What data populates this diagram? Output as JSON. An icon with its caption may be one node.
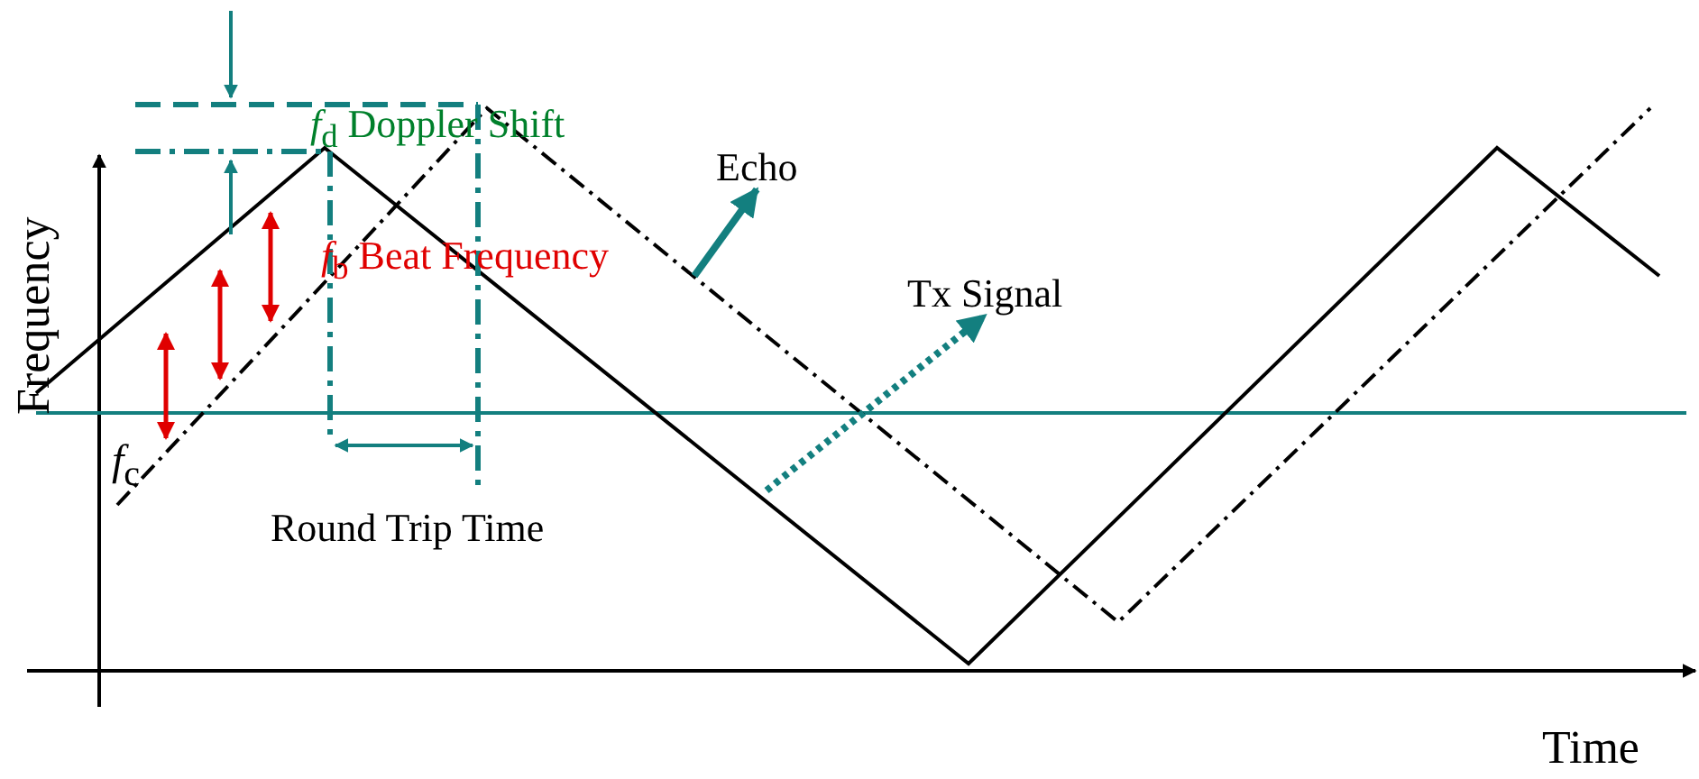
{
  "diagram": {
    "nodes": [
      {
        "text": [
          "Echo"
        ]
      },
      {
        "text": [
          "Tx Signal"
        ]
      }
    ],
    "edges": [
      {
        "from": null,
        "to": 0,
        "arrow": "to"
      },
      {
        "from": null,
        "to": 1,
        "arrow": "to",
        "style": "dashed"
      }
    ],
    "labels": [
      "*f*$_{d}$ Doppler Shift",
      "*f*$_{b}$ Beat Frequency",
      "Frequency",
      "*f*$_{c}$",
      "Round Trip Time",
      "Time"
    ]
  }
}
